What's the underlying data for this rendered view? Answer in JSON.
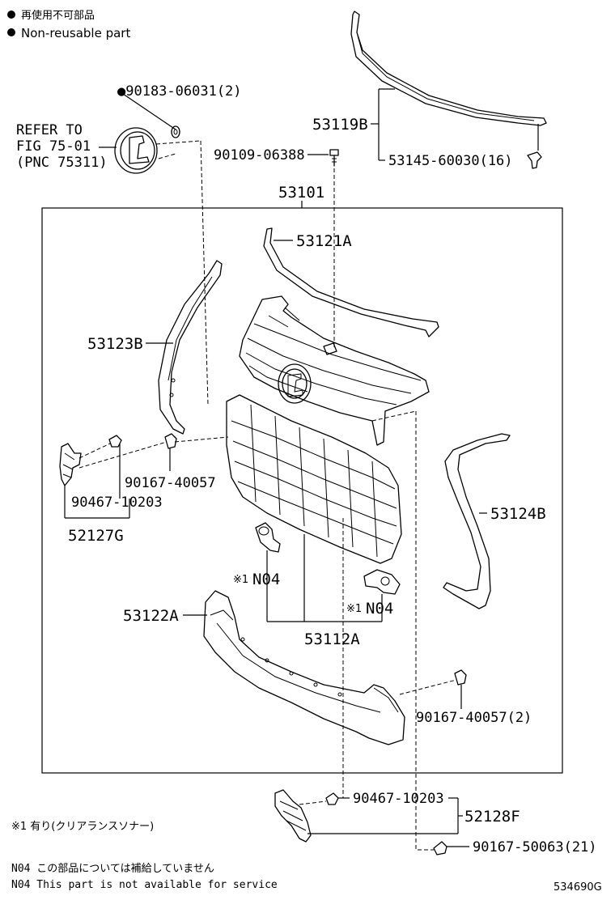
{
  "legend": {
    "bullet_symbol": "●",
    "jp": "再使用不可部品",
    "en": "Non-reusable part"
  },
  "labels": {
    "p90183": "●90183-06031(2)",
    "refer1": "REFER TO",
    "refer2": "FIG 75-01",
    "refer3": "(PNC 75311)",
    "p90109": "90109-06388",
    "p53119b": "53119B",
    "p53145": "53145-60030(16)",
    "p53101": "53101",
    "p53121a": "53121A",
    "p53123b": "53123B",
    "p90167a": "90167-40057",
    "p90467a": "90467-10203",
    "p52127g": "52127G",
    "p53124b": "53124B",
    "n04_left_mark": "※1",
    "n04_left": "N04",
    "n04_right_mark": "※1",
    "n04_right": "N04",
    "p53122a": "53122A",
    "p53112a": "53112A",
    "p90167b": "90167-40057(2)",
    "p90467b": "90467-10203",
    "p52128f": "52128F",
    "p90167c": "90167-50063(21)"
  },
  "notes": {
    "option_note": "※1 有り(クリアランスソナー)",
    "n04_jp": "N04 この部品については補給していません",
    "n04_en": "N04 This part is not available for service"
  },
  "figure_id": "534690G"
}
